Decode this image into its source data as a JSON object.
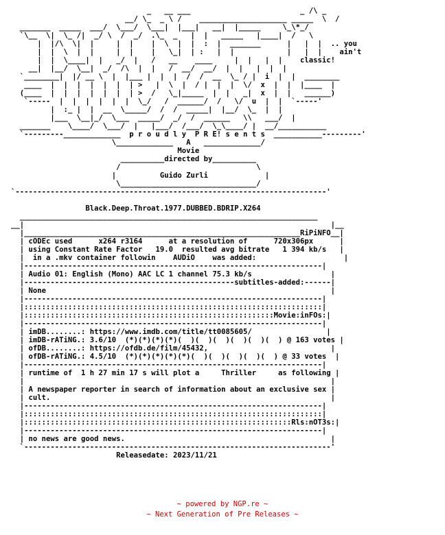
{
  "nfo": {
    "lines": [
      "                               _   __ ___                         _ /\\ _",
      "                          __/ \\_  _ \\ /    ____________________ _____  \\  /",
      "  _______  _____  ___/  \\___/  \\___|  |___|   __|  |_____     \\_\\*_/",
      "  `\\__  \\|  \\_ /|  _/ \\  /  _/  .\\_  _   |  |   _____   |____|  /   \\",
      "      |  |/\\  \\|  |     |  |    |  \\  |  |  :  |  _______      |   |  |  .. you",
      "      |  |  \\  |  |     |  |    |   \\_|  | :   |  |            |   |  |    ain't",
      "      |  |  \\____|  |   _/  |   /   __    ____     |  |   |  |    classic!",
      "    __|  |__/  \\__|  _/  /\\  |  |   /  __/  __/  |  |   |  |  |",
      "  `________|  |/ __ \\  |  |___ |  |  |  /  /  __  \\_ / |  i  |  |  ________",
      "   ____  |  |  |  |  |  |  | >   |  \\  |  / |  |  |  \\/  x  |  |  |____  |",
      "  (____  |  |  |  |  |  |  | >  /   \\_|_____  |  |   _|  x  |  |   ______)",
      "   `-----  |  |  |  |  |  |  \\_/   /  ______/  /   \\/  u  |  |  `-----'",
      "         |  :_ |  |  __  \\_____/  /  /  _____|  |__/  \\_  |  |",
      "         |___  \\__|_/  \\___  _____/  _/  /  ______   \\\\   ___/  |",
      "  _______    \\____/  \\___/  |   |___/  /___/  \\_\\____/ |  __/___________",
      "  `---------_____________  p r o u d l y  P R E! s e n t s  ___________---------'",
      "                       \\_____________   A   _____________/",
      "                                      Movie",
      "                         __________directed by__________",
      "                        /                               \\",
      "                       |          Guido Zurli             |",
      "                        \\_______________________________/",
      "`-----------------------------------------------------------------------'",
      "",
      "                 Black.Deep.Throat.1977.DUBBED.BDRIP.X264",
      "  ____________________________________________________________________",
      "__|                                                                      |__",
      "  |_______________________________________________________________RiPiNFO__|",
      "  | cODEc used      x264 r3164      at a resolution of      720x306px      |",
      "  | using Constant Rate Factor   19.0  resulted avg bitrate   1 394 kb/s   |",
      "  |  in a .mkv container followin    AUDiO    was added:                    |",
      "  |--------------------------------------------------------------------|",
      "  | Audio 01: English (Mono) AAC LC 1 channel 75.3 kb/s                  |",
      "  |------------------------------------------------subtitles-added:------|",
      "  | None                                                                 |",
      "  |--------------------------------------------------------------------|",
      "  |::::::::::::::::::::::::::::::::::::::::::::::::::::::::::::::::::::|",
      "  |:::::::::::::::::::::::::::::::::::::::::::::::::::::::::Movie:inFOs:|",
      "  |--------------------------------------------------------------------|",
      "  | imDB........: https://www.imdb.com/title/tt0085605/                 |",
      "  | imDB-rATiNG.: 3.6/10  (*)(*)(*)(*)(  )(  )(  )(  )(  )(  ) @ 163 votes |",
      "  | ofDB........: https://ofdb.de/film/45432,                            |",
      "  | ofDB-rATiNG.: 4.5/10  (*)(*)(*)(*)(*)(  )(  )(  )(  )(  ) @ 33 votes  |",
      "  |--------------------------------------------------------------------|",
      "  | runtime of  1 h 27 min 17 s will plot a     Thriller     as following |",
      "  |                                                                      |",
      "  | A newspaper reporter in search of information about an exclusive sex |",
      "  | cult.                                                                |",
      "  |--------------------------------------------------------------------|",
      "  |::::::::::::::::::::::::::::::::::::::::::::::::::::::::::::::::::::|",
      "  |:::::::::::::::::::::::::::::::::::::::::::::::::::::::::::::Rls:nOT3s:|",
      "  |--------------------------------------------------------------------|",
      "  | no news are good news.                                               |",
      "  `----------------------------------------------------------------------'",
      "                        Releasedate: 2023/11/21"
    ]
  },
  "footer": {
    "powered_by": "~ powered by NGP.re ~",
    "tagline": "~ Next Generation of Pre Releases ~"
  }
}
